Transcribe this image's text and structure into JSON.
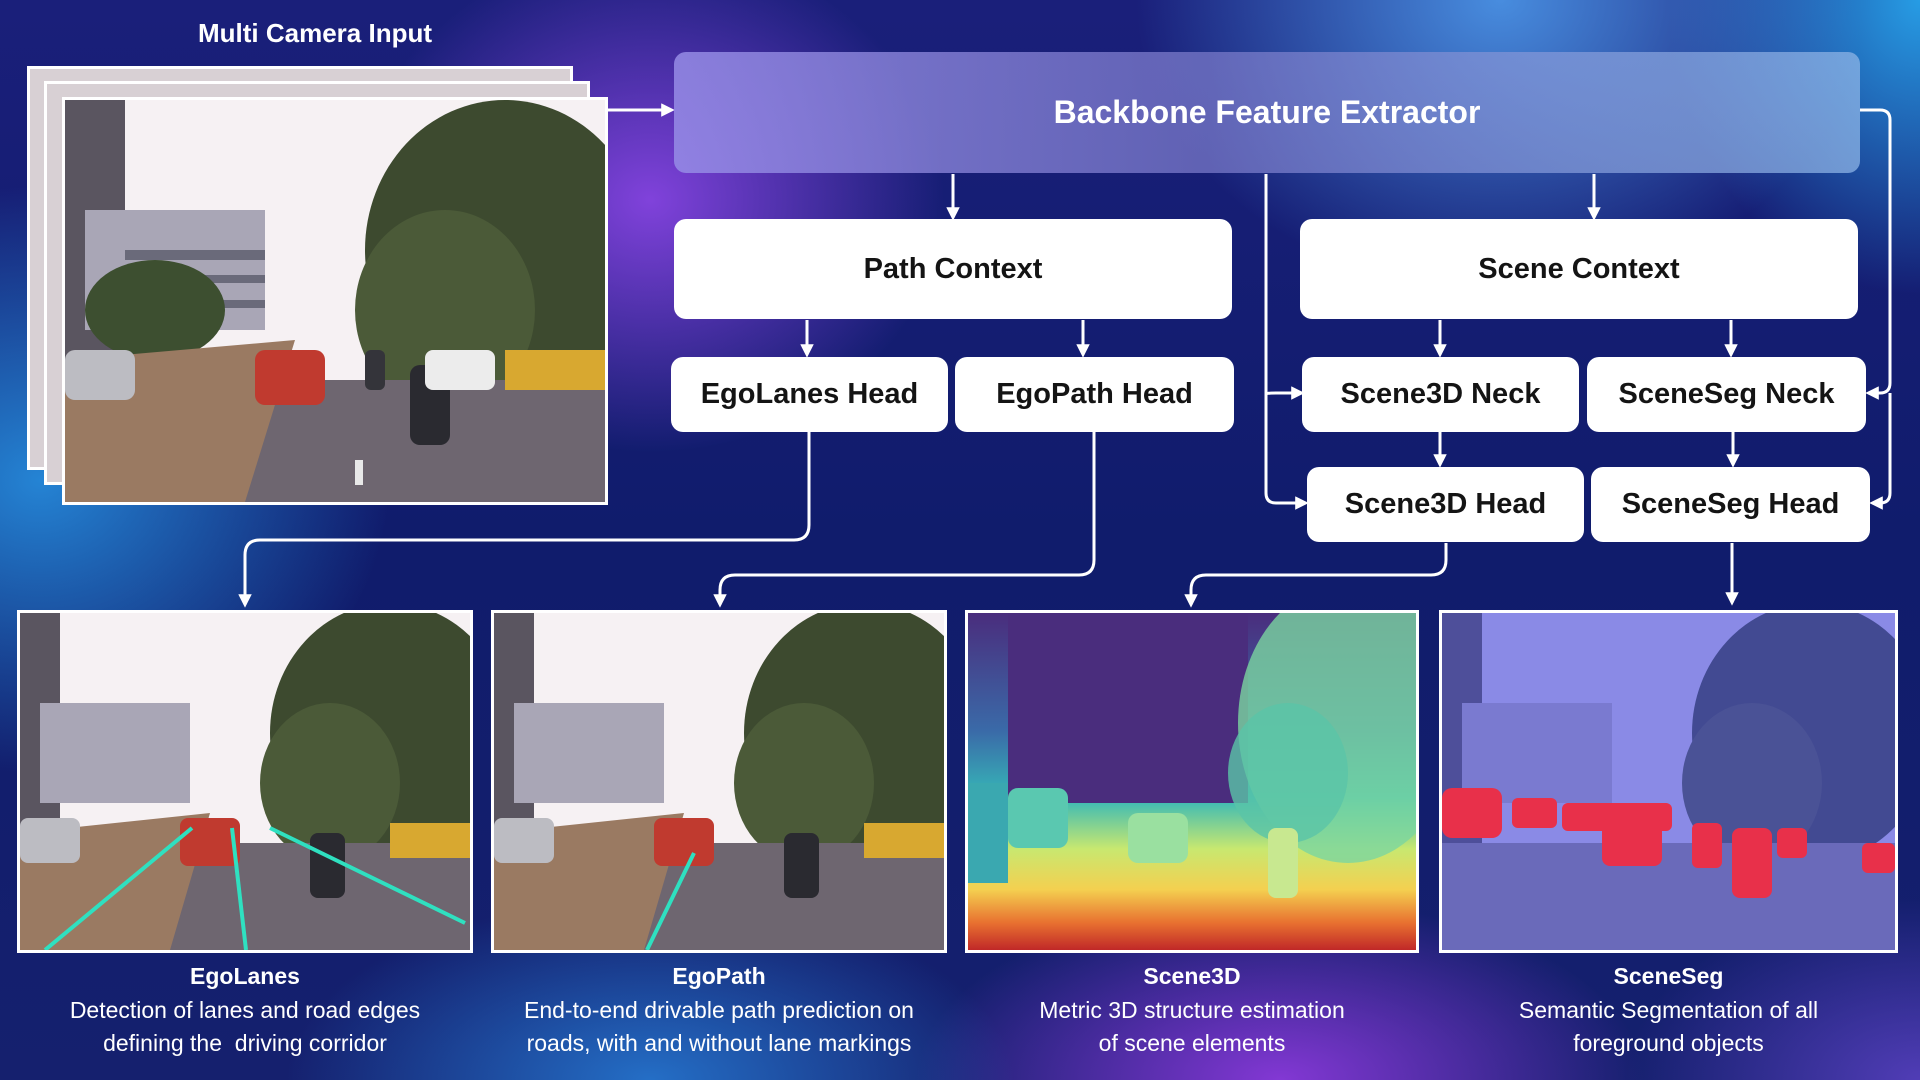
{
  "input": {
    "title": "Multi Camera Input"
  },
  "backbone": {
    "label": "Backbone Feature Extractor"
  },
  "path_context": {
    "label": "Path Context"
  },
  "scene_context": {
    "label": "Scene Context"
  },
  "heads": {
    "egolanes": "EgoLanes Head",
    "egopath": "EgoPath Head",
    "scene3d_neck": "Scene3D Neck",
    "sceneseg_neck": "SceneSeg Neck",
    "scene3d_head": "Scene3D Head",
    "sceneseg_head": "SceneSeg Head"
  },
  "outputs": [
    {
      "title": "EgoLanes",
      "desc1": "Detection of lanes and road edges",
      "desc2": "defining the  driving corridor"
    },
    {
      "title": "EgoPath",
      "desc1": "End-to-end drivable path prediction on",
      "desc2": "roads, with and without lane markings"
    },
    {
      "title": "Scene3D",
      "desc1": "Metric 3D structure estimation",
      "desc2": "of scene elements"
    },
    {
      "title": "SceneSeg",
      "desc1": "Semantic Segmentation of all",
      "desc2": "foreground objects"
    }
  ],
  "colors": {
    "lane_line": "#2fe0c0",
    "seg_overlay": "#7a7ae8",
    "seg_object": "#e8304a"
  }
}
